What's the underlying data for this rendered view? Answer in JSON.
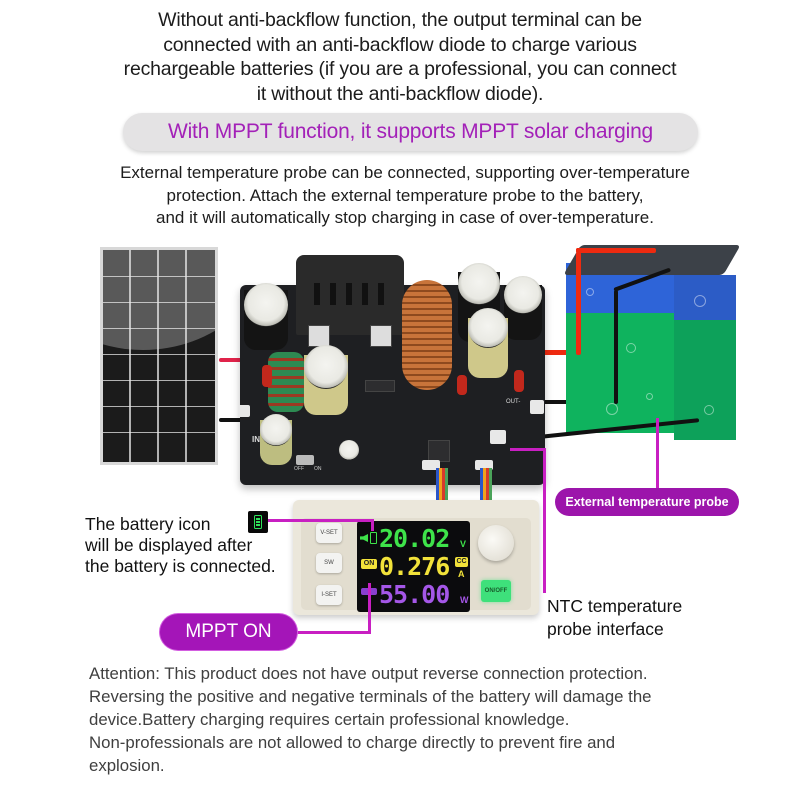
{
  "header": {
    "backflow_lines": [
      "Without anti-backflow function, the output terminal can be",
      "connected with an anti-backflow diode to charge various",
      "rechargeable batteries (if you are a professional, you can connect",
      "it without the anti-backflow diode)."
    ],
    "mppt_banner": "With MPPT function, it supports MPPT solar charging",
    "probe_lines": [
      "External temperature probe can be connected, supporting over-temperature",
      "protection. Attach the external temperature probe to the battery,",
      "and it will automatically stop charging in case of over-temperature."
    ]
  },
  "board": {
    "input_label": "IN",
    "output_label": "OUT-",
    "switch_labels": [
      "OFF",
      "ON"
    ]
  },
  "module": {
    "buttons": [
      "V-SET",
      "SW",
      "I-SET"
    ],
    "onoff_label": "ON/OFF",
    "display": {
      "voltage": "20.02",
      "voltage_unit": "V",
      "current": "0.276",
      "current_unit": "A",
      "power": "55.00",
      "power_unit": "W",
      "output_status": "ON",
      "mode": "CC",
      "voltage_color": "#3ee34a",
      "current_color": "#f2e23a",
      "power_color": "#a557e8"
    }
  },
  "annotations": {
    "battery_icon_note": [
      "The battery icon",
      "will be displayed after",
      "the battery is connected."
    ],
    "mppt_on": "MPPT ON",
    "external_probe": "External temperature probe",
    "ntc_interface": [
      "NTC temperature",
      "probe interface"
    ]
  },
  "warning": {
    "lines": [
      "Attention: This product does not have output reverse connection protection.",
      "Reversing the positive and negative terminals of the battery will damage the",
      "device.Battery charging requires certain professional knowledge.",
      "Non-professionals are not allowed to charge directly to prevent fire and",
      "explosion."
    ]
  },
  "colors": {
    "accent_magenta": "#c81fc2",
    "pill_purple": "#a415b8",
    "banner_text": "#a321b8",
    "banner_bg": "#e4e3e4"
  }
}
